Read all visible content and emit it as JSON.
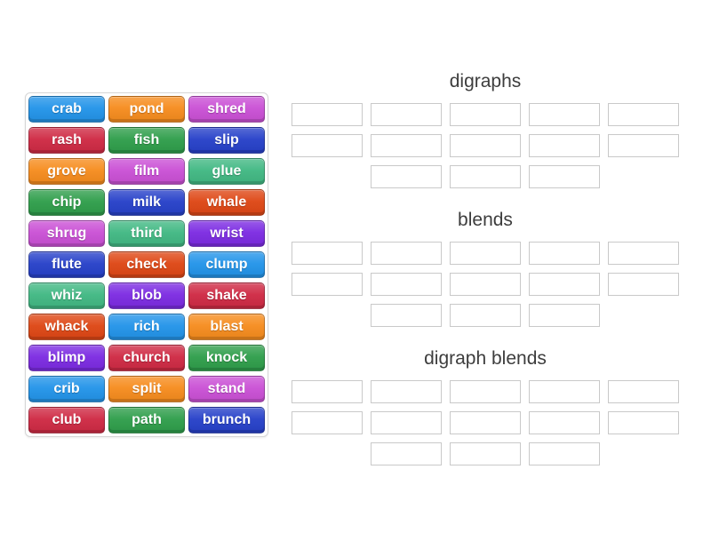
{
  "palette": {
    "blue": "#2394e9",
    "orange": "#f68c1e",
    "orchid": "#ca50d5",
    "crimson": "#cf2a44",
    "green": "#2f9e4b",
    "darkblue": "#2741c9",
    "seagreen": "#41b883",
    "vermilion": "#de4715",
    "purple": "#7c2be2"
  },
  "word_bank": {
    "tiles": [
      {
        "label": "crab",
        "color": "blue"
      },
      {
        "label": "pond",
        "color": "orange"
      },
      {
        "label": "shred",
        "color": "orchid"
      },
      {
        "label": "rash",
        "color": "crimson"
      },
      {
        "label": "fish",
        "color": "green"
      },
      {
        "label": "slip",
        "color": "darkblue"
      },
      {
        "label": "grove",
        "color": "orange"
      },
      {
        "label": "film",
        "color": "orchid"
      },
      {
        "label": "glue",
        "color": "seagreen"
      },
      {
        "label": "chip",
        "color": "green"
      },
      {
        "label": "milk",
        "color": "darkblue"
      },
      {
        "label": "whale",
        "color": "vermilion"
      },
      {
        "label": "shrug",
        "color": "orchid"
      },
      {
        "label": "third",
        "color": "seagreen"
      },
      {
        "label": "wrist",
        "color": "purple"
      },
      {
        "label": "flute",
        "color": "darkblue"
      },
      {
        "label": "check",
        "color": "vermilion"
      },
      {
        "label": "clump",
        "color": "blue"
      },
      {
        "label": "whiz",
        "color": "seagreen"
      },
      {
        "label": "blob",
        "color": "purple"
      },
      {
        "label": "shake",
        "color": "crimson"
      },
      {
        "label": "whack",
        "color": "vermilion"
      },
      {
        "label": "rich",
        "color": "blue"
      },
      {
        "label": "blast",
        "color": "orange"
      },
      {
        "label": "blimp",
        "color": "purple"
      },
      {
        "label": "church",
        "color": "crimson"
      },
      {
        "label": "knock",
        "color": "green"
      },
      {
        "label": "crib",
        "color": "blue"
      },
      {
        "label": "split",
        "color": "orange"
      },
      {
        "label": "stand",
        "color": "orchid"
      },
      {
        "label": "club",
        "color": "crimson"
      },
      {
        "label": "path",
        "color": "green"
      },
      {
        "label": "brunch",
        "color": "darkblue"
      }
    ]
  },
  "groups": [
    {
      "title": "digraphs",
      "slot_rows": [
        5,
        5,
        3
      ]
    },
    {
      "title": "blends",
      "slot_rows": [
        5,
        5,
        3
      ]
    },
    {
      "title": "digraph blends",
      "slot_rows": [
        5,
        5,
        3
      ]
    }
  ]
}
